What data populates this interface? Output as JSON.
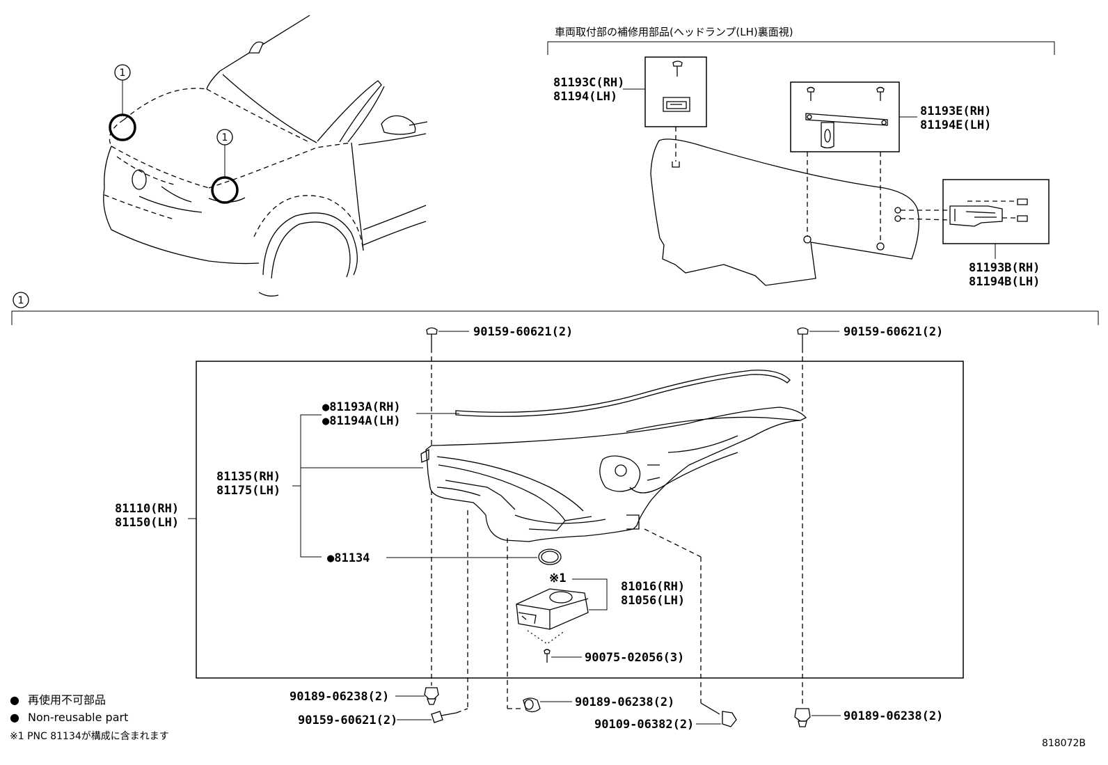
{
  "title": "車両取付部の補修用部品(ヘッドランプ(LH)裏面視)",
  "callout_index": "1",
  "diagram_code": "818072B",
  "parts": {
    "p81193C_rh": "81193C(RH)",
    "p81194_lh": "81194(LH)",
    "p81193E_rh": "81193E(RH)",
    "p81194E_lh": "81194E(LH)",
    "p81193B_rh": "81193B(RH)",
    "p81194B_lh": "81194B(LH)",
    "p81193A_rh": "●81193A(RH)",
    "p81194A_lh": "●81194A(LH)",
    "p81135_rh": "81135(RH)",
    "p81175_lh": "81175(LH)",
    "p81110_rh": "81110(RH)",
    "p81150_lh": "81150(LH)",
    "p81134": "●81134",
    "p81016_rh": "81016(RH)",
    "p81056_lh": "81056(LH)",
    "note_mark": "※1",
    "bolt_left_top": "90159-60621(2)",
    "bolt_right_top": "90159-60621(2)",
    "screw_ballast": "90075-02056(3)",
    "clip_left": "90189-06238(2)",
    "bolt_left_bottom": "90159-60621(2)",
    "clip_center": "90189-06238(2)",
    "bolt_center": "90109-06382(2)",
    "clip_right": "90189-06238(2)"
  },
  "legend": {
    "symbol": "●",
    "line1": "再使用不可部品",
    "line2": "Non-reusable part",
    "note": "※1 PNC 81134が構成に含まれます"
  }
}
